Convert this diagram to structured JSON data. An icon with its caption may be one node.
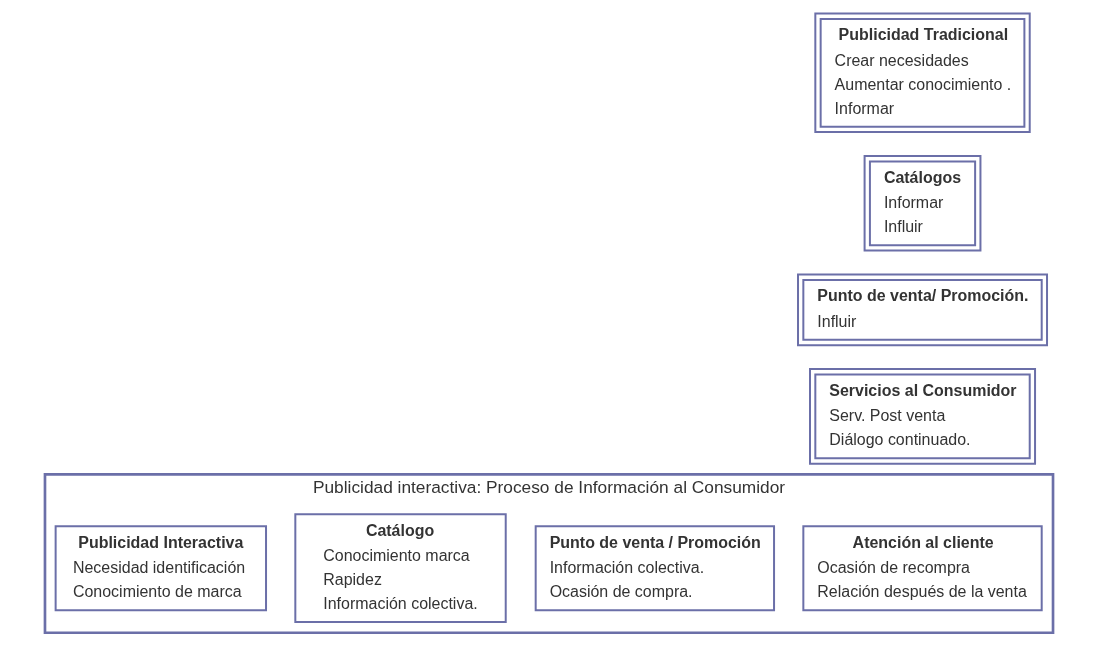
{
  "diagram": {
    "nodes": [
      {
        "text": [
          "Publicidad Tradicional",
          "Crear necesidades",
          "Aumentar conocimiento .",
          "Informar"
        ]
      },
      {
        "text": [
          "Catálogos",
          "Informar",
          "Influir"
        ]
      },
      {
        "text": [
          "Punto de venta/ Promoción.",
          "Influir"
        ]
      },
      {
        "text": [
          "Servicios al Consumidor",
          "Serv. Post venta",
          "Diálogo continuado."
        ]
      },
      {
        "text": [
          "Publicidad interactiva: Proceso de Información al Consumidor"
        ]
      },
      {
        "text": [
          "Publicidad Interactiva",
          "Necesidad identificación",
          "Conocimiento de marca"
        ],
        "in": 4
      },
      {
        "text": [
          "Catálogo",
          "Conocimiento marca",
          "Rapidez",
          "Información colectiva."
        ],
        "in": 4
      },
      {
        "text": [
          "Punto de venta / Promoción",
          "Información colectiva.",
          "Ocasión de compra."
        ],
        "in": 4
      },
      {
        "text": [
          "Atención al cliente",
          "Ocasión de recompra",
          "Relación después de la venta"
        ],
        "in": 4
      }
    ],
    "edges": []
  }
}
